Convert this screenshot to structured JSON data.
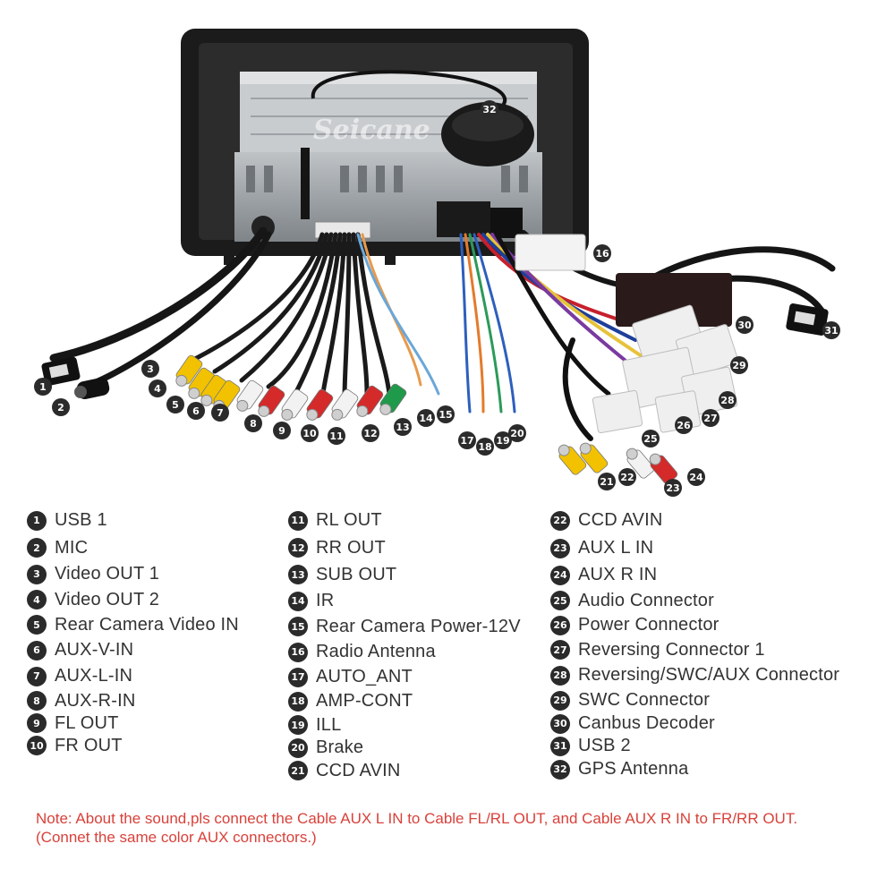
{
  "watermark": "Seicane",
  "callouts": {
    "c1": "1",
    "c2": "2",
    "c3": "3",
    "c4": "4",
    "c5": "5",
    "c6": "6",
    "c7": "7",
    "c8": "8",
    "c9": "9",
    "c10": "10",
    "c11": "11",
    "c12": "12",
    "c13": "13",
    "c14": "14",
    "c15": "15",
    "c16": "16",
    "c17": "17",
    "c18": "18",
    "c19": "19",
    "c20": "20",
    "c21": "21",
    "c22": "22",
    "c23": "23",
    "c24": "24",
    "c25": "25",
    "c26": "26",
    "c27": "27",
    "c28": "28",
    "c29": "29",
    "c30": "30",
    "c31": "31",
    "c32": "32"
  },
  "legend": {
    "col1": [
      {
        "num": "1",
        "label": "USB 1"
      },
      {
        "num": "2",
        "label": "MIC"
      },
      {
        "num": "3",
        "label": "Video OUT 1"
      },
      {
        "num": "4",
        "label": "Video OUT 2"
      },
      {
        "num": "5",
        "label": "Rear Camera Video IN"
      },
      {
        "num": "6",
        "label": "AUX-V-IN"
      },
      {
        "num": "7",
        "label": "AUX-L-IN"
      },
      {
        "num": "8",
        "label": "AUX-R-IN"
      },
      {
        "num": "9",
        "label": "FL OUT"
      },
      {
        "num": "10",
        "label": "FR OUT"
      }
    ],
    "col2": [
      {
        "num": "11",
        "label": "RL OUT"
      },
      {
        "num": "12",
        "label": "RR OUT"
      },
      {
        "num": "13",
        "label": "SUB OUT"
      },
      {
        "num": "14",
        "label": "IR"
      },
      {
        "num": "15",
        "label": "Rear Camera Power-12V"
      },
      {
        "num": "16",
        "label": "Radio Antenna"
      },
      {
        "num": "17",
        "label": "AUTO_ANT"
      },
      {
        "num": "18",
        "label": "AMP-CONT"
      },
      {
        "num": "19",
        "label": "ILL"
      },
      {
        "num": "20",
        "label": "Brake"
      },
      {
        "num": "21",
        "label": "CCD AVIN"
      }
    ],
    "col3": [
      {
        "num": "22",
        "label": "CCD AVIN"
      },
      {
        "num": "23",
        "label": "AUX L IN"
      },
      {
        "num": "24",
        "label": "AUX R IN"
      },
      {
        "num": "25",
        "label": "Audio Connector"
      },
      {
        "num": "26",
        "label": "Power Connector"
      },
      {
        "num": "27",
        "label": "Reversing Connector 1"
      },
      {
        "num": "28",
        "label": "Reversing/SWC/AUX Connector"
      },
      {
        "num": "29",
        "label": "SWC Connector"
      },
      {
        "num": "30",
        "label": "Canbus Decoder"
      },
      {
        "num": "31",
        "label": "USB 2"
      },
      {
        "num": "32",
        "label": "GPS Antenna"
      }
    ]
  },
  "note": "Note: About the sound,pls connect the Cable AUX L IN to Cable FL/RL OUT, and Cable AUX R IN to FR/RR OUT.(Connet the same color AUX connectors.)",
  "colors": {
    "badge": "#2b2b2b",
    "note": "#d9413a",
    "rca_yellow": "#f2c200",
    "rca_red": "#d42a2a",
    "rca_white": "#f2f2f2",
    "rca_green": "#1f9a4a"
  }
}
